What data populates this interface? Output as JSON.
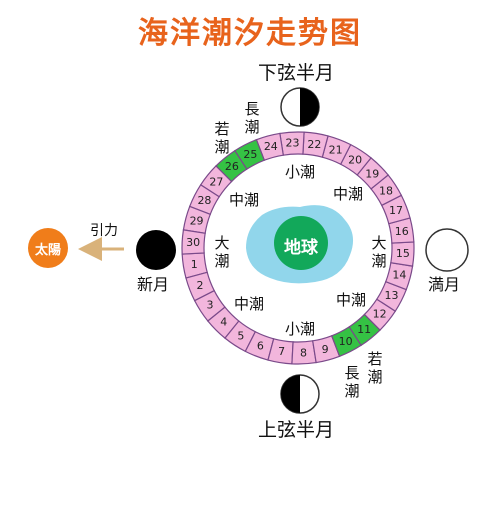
{
  "title": "海洋潮汐走势图",
  "sun_label": "太陽",
  "gravity_label": "引力",
  "earth_label": "地球",
  "moons": {
    "new": "新月",
    "full": "満月",
    "first_quarter": "上弦半月",
    "last_quarter": "下弦半月"
  },
  "tides": {
    "spring": "大潮",
    "medium": "中潮",
    "neap": "小潮",
    "long": "長潮",
    "young": "若潮"
  },
  "days": [
    "1",
    "2",
    "3",
    "4",
    "5",
    "6",
    "7",
    "8",
    "9",
    "10",
    "11",
    "12",
    "13",
    "14",
    "15",
    "16",
    "17",
    "18",
    "19",
    "20",
    "21",
    "22",
    "23",
    "24",
    "25",
    "26",
    "27",
    "28",
    "29",
    "30"
  ],
  "green_days": [
    "10",
    "11",
    "25",
    "26"
  ],
  "colors": {
    "title": "#e8631c",
    "ring_pink": "#f2b6dc",
    "ring_green": "#35c244",
    "ring_border": "#7a4a8a",
    "earth": "#12a85a",
    "halo": "#7ecfe8",
    "sun": "#f07d1a"
  }
}
